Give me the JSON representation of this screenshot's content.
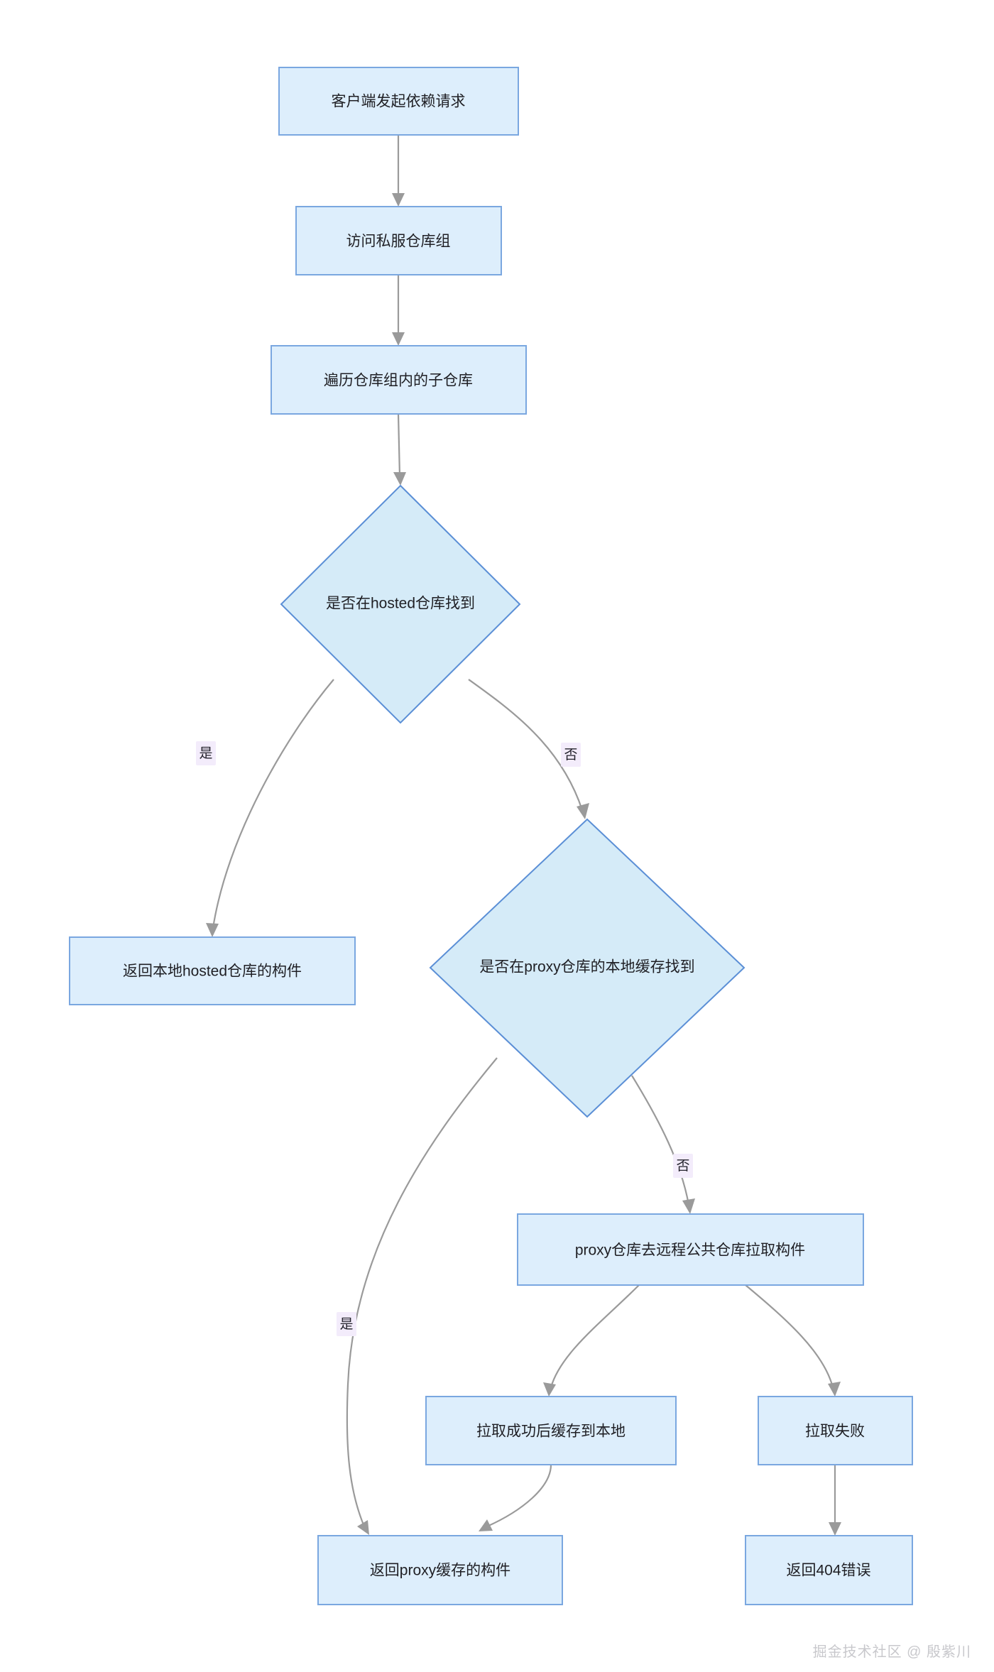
{
  "diagram": {
    "type": "flowchart",
    "title": "",
    "background": "#ffffff",
    "colors": {
      "node_fill": "#ddeefc",
      "node_stroke": "#7aa7e0",
      "decision_fill": "#d5ebf8",
      "decision_stroke": "#5b8fd6",
      "edge": "#9a9a9a",
      "edge_label_bg": "#f3ecfb",
      "text": "#1f1f24"
    },
    "nodes": [
      {
        "id": "n1",
        "shape": "rect",
        "label": "客户端发起依赖请求"
      },
      {
        "id": "n2",
        "shape": "rect",
        "label": "访问私服仓库组"
      },
      {
        "id": "n3",
        "shape": "rect",
        "label": "遍历仓库组内的子仓库"
      },
      {
        "id": "d1",
        "shape": "diamond",
        "label": "是否在hosted仓库找到"
      },
      {
        "id": "n4",
        "shape": "rect",
        "label": "返回本地hosted仓库的构件"
      },
      {
        "id": "d2",
        "shape": "diamond",
        "label": "是否在proxy仓库的本地缓存找到"
      },
      {
        "id": "n5",
        "shape": "rect",
        "label": "proxy仓库去远程公共仓库拉取构件"
      },
      {
        "id": "n6",
        "shape": "rect",
        "label": "拉取成功后缓存到本地"
      },
      {
        "id": "n7",
        "shape": "rect",
        "label": "拉取失败"
      },
      {
        "id": "n8",
        "shape": "rect",
        "label": "返回proxy缓存的构件"
      },
      {
        "id": "n9",
        "shape": "rect",
        "label": "返回404错误"
      }
    ],
    "edges": [
      {
        "from": "n1",
        "to": "n2",
        "label": ""
      },
      {
        "from": "n2",
        "to": "n3",
        "label": ""
      },
      {
        "from": "n3",
        "to": "d1",
        "label": ""
      },
      {
        "from": "d1",
        "to": "n4",
        "label": "是"
      },
      {
        "from": "d1",
        "to": "d2",
        "label": "否"
      },
      {
        "from": "d2",
        "to": "n8",
        "label": "是"
      },
      {
        "from": "d2",
        "to": "n5",
        "label": "否"
      },
      {
        "from": "n5",
        "to": "n6",
        "label": ""
      },
      {
        "from": "n5",
        "to": "n7",
        "label": ""
      },
      {
        "from": "n6",
        "to": "n8",
        "label": ""
      },
      {
        "from": "n7",
        "to": "n9",
        "label": ""
      }
    ]
  },
  "watermark": {
    "text": "掘金技术社区 @ 殷紫川"
  }
}
